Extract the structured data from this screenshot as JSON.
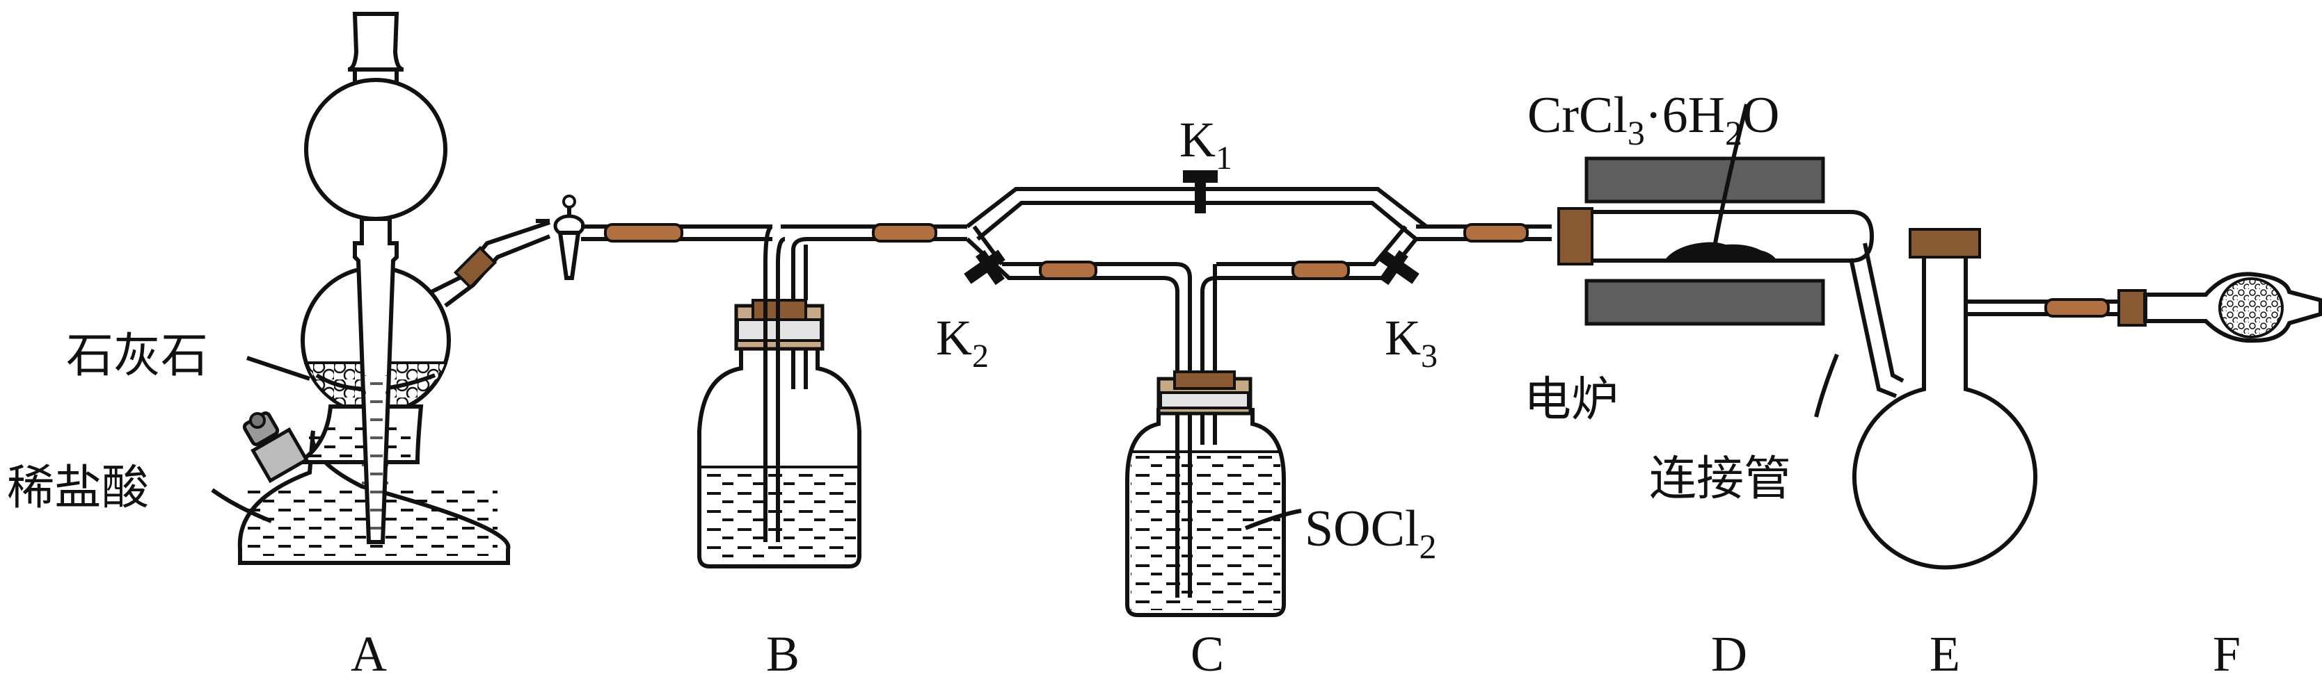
{
  "labels": {
    "A": "A",
    "B": "B",
    "C": "C",
    "D": "D",
    "E": "E",
    "F": "F",
    "limestone": "石灰石",
    "dilute_hcl": "稀盐酸",
    "electric_furnace": "电炉",
    "connecting_tube": "连接管",
    "compound_main": "CrCl",
    "compound_sub3": "3",
    "compound_mid": "·6H",
    "compound_sub2": "2",
    "compound_end": "O",
    "socl_main": "SOCl",
    "socl_sub": "2",
    "k1_main": "K",
    "k1_sub": "1",
    "k2_main": "K",
    "k2_sub": "2",
    "k3_main": "K",
    "k3_sub": "3"
  }
}
